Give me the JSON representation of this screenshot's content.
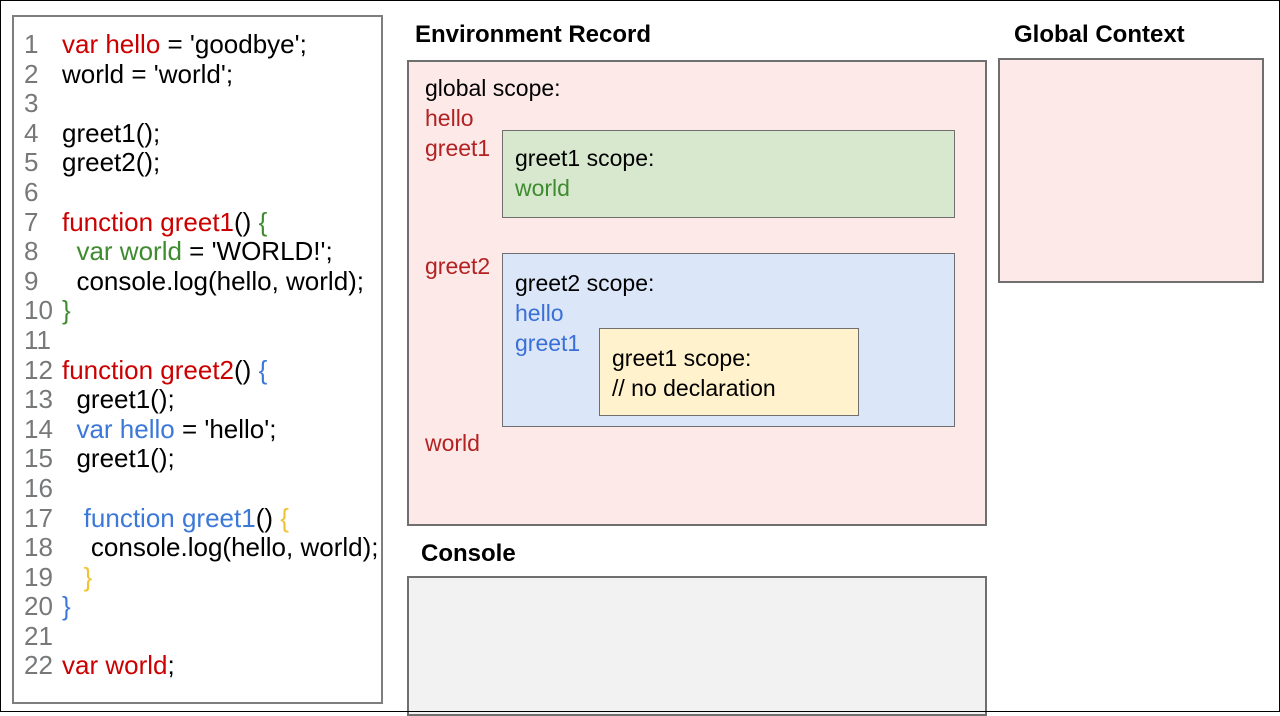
{
  "colors": {
    "code_red": "#cc0000",
    "code_green": "#3f8b2f",
    "code_blue": "#3c78d8",
    "code_yellow": "#f1c232",
    "ink": "#000000",
    "line_number": "#76787a",
    "er_red": "#b22222",
    "er_green": "#3f8b2f",
    "er_blue": "#3a6fd8",
    "pink_bg": "#fce9e8",
    "green_bg": "#d7e8ce",
    "blue_bg": "#dbe7f8",
    "yellow_bg": "#fff2cc",
    "console_bg": "#f2f2f2"
  },
  "code_panel": {
    "lines": [
      {
        "n": "1",
        "segments": [
          {
            "t": "var hello",
            "c": "code_red"
          },
          {
            "t": " = 'goodbye';",
            "c": "ink"
          }
        ]
      },
      {
        "n": "2",
        "segments": [
          {
            "t": "world = 'world';",
            "c": "ink"
          }
        ]
      },
      {
        "n": "3",
        "segments": []
      },
      {
        "n": "4",
        "segments": [
          {
            "t": "greet1();",
            "c": "ink"
          }
        ]
      },
      {
        "n": "5",
        "segments": [
          {
            "t": "greet2();",
            "c": "ink"
          }
        ]
      },
      {
        "n": "6",
        "segments": []
      },
      {
        "n": "7",
        "segments": [
          {
            "t": "function greet1",
            "c": "code_red"
          },
          {
            "t": "() ",
            "c": "ink"
          },
          {
            "t": "{",
            "c": "code_green"
          }
        ]
      },
      {
        "n": "8",
        "segments": [
          {
            "t": "  ",
            "c": "ink"
          },
          {
            "t": "var world",
            "c": "code_green"
          },
          {
            "t": " = 'WORLD!';",
            "c": "ink"
          }
        ]
      },
      {
        "n": "9",
        "segments": [
          {
            "t": "  console.log(hello, world);",
            "c": "ink"
          }
        ]
      },
      {
        "n": "10",
        "segments": [
          {
            "t": "}",
            "c": "code_green"
          }
        ]
      },
      {
        "n": "11",
        "segments": []
      },
      {
        "n": "12",
        "segments": [
          {
            "t": "function greet2",
            "c": "code_red"
          },
          {
            "t": "() ",
            "c": "ink"
          },
          {
            "t": "{",
            "c": "code_blue"
          }
        ]
      },
      {
        "n": "13",
        "segments": [
          {
            "t": "  greet1();",
            "c": "ink"
          }
        ]
      },
      {
        "n": "14",
        "segments": [
          {
            "t": "  ",
            "c": "ink"
          },
          {
            "t": "var hello",
            "c": "code_blue"
          },
          {
            "t": " = 'hello';",
            "c": "ink"
          }
        ]
      },
      {
        "n": "15",
        "segments": [
          {
            "t": "  greet1();",
            "c": "ink"
          }
        ]
      },
      {
        "n": "16",
        "segments": []
      },
      {
        "n": "17",
        "segments": [
          {
            "t": "   ",
            "c": "ink"
          },
          {
            "t": "function greet1",
            "c": "code_blue"
          },
          {
            "t": "() ",
            "c": "ink"
          },
          {
            "t": "{",
            "c": "code_yellow"
          }
        ]
      },
      {
        "n": "18",
        "segments": [
          {
            "t": "    console.log(hello, world);",
            "c": "ink"
          }
        ]
      },
      {
        "n": "19",
        "segments": [
          {
            "t": "   ",
            "c": "ink"
          },
          {
            "t": "}",
            "c": "code_yellow"
          }
        ]
      },
      {
        "n": "20",
        "segments": [
          {
            "t": "}",
            "c": "code_blue"
          }
        ]
      },
      {
        "n": "21",
        "segments": []
      },
      {
        "n": "22",
        "segments": [
          {
            "t": "var world",
            "c": "code_red"
          },
          {
            "t": ";",
            "c": "ink"
          }
        ]
      }
    ]
  },
  "environment_record": {
    "title": "Environment Record",
    "global_scope_label": "global scope:",
    "globals": {
      "hello": "hello",
      "greet1": "greet1",
      "greet2": "greet2",
      "world": "world"
    },
    "greet1_scope": {
      "title": "greet1 scope:",
      "var_world": "world"
    },
    "greet2_scope": {
      "title": "greet2 scope:",
      "var_hello": "hello",
      "var_greet1": "greet1",
      "inner_greet1_scope": {
        "title": "greet1 scope:",
        "comment": "// no declaration"
      }
    }
  },
  "global_context": {
    "title": "Global Context"
  },
  "console": {
    "title": "Console"
  }
}
